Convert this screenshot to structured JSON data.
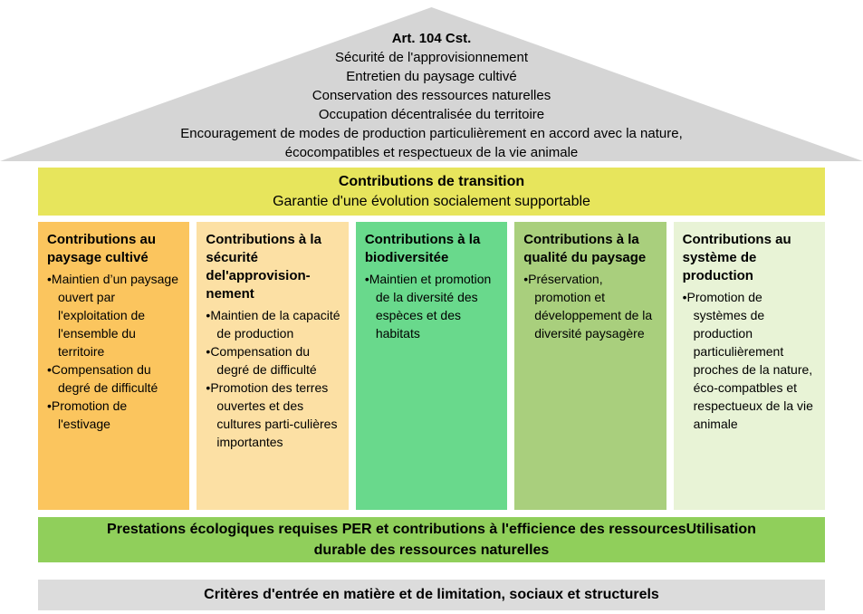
{
  "colors": {
    "roof": "#d5d5d5",
    "transition": "#e7e55c",
    "per": "#90cf5b",
    "footer": "#dcdcdc"
  },
  "roof": {
    "title": "Art. 104 Cst.",
    "lines": [
      "Sécurité de l'approvisionnement",
      "Entretien du paysage cultivé",
      "Conservation des ressources naturelles",
      "Occupation décentralisée du territoire",
      "Encouragement de modes de production particulièrement en accord avec la nature,",
      "écocompatibles et respectueux de la vie animale"
    ]
  },
  "transition": {
    "title": "Contributions de transition",
    "subtitle": "Garantie d'une évolution socialement supportable"
  },
  "columns": [
    {
      "title": "Contributions au paysage cultivé",
      "color": "#fbc55e",
      "bullets": [
        "Maintien d’un paysage ouvert par l'exploitation de l'ensemble du territoire",
        "Compensation du degré de difficulté",
        "Promotion de l'estivage"
      ]
    },
    {
      "title": "Contributions à la sécurité del'approvision-nement",
      "color": "#fce0a4",
      "bullets": [
        "Maintien de la capacité de production",
        "Compensation du degré de difficulté",
        "Promotion des terres ouvertes et des cultures parti-culières importantes"
      ]
    },
    {
      "title": "Contributions à la biodiversitée",
      "color": "#69d98c",
      "bullets": [
        "Maintien et promotion de la diversité des espèces et des habitats"
      ]
    },
    {
      "title": "Contributions à la qualité du paysage",
      "color": "#a9cf7d",
      "bullets": [
        "Préservation, promotion et développement de la diversité paysagère"
      ]
    },
    {
      "title": "Contributions au système de production",
      "color": "#e8f3d6",
      "bullets": [
        "Promotion de systèmes de production particulièrement proches de la nature, éco-compatbles et respectueux de la vie animale"
      ]
    }
  ],
  "per": {
    "text": "Prestations écologiques requises PER et contributions à l'efficience des ressourcesUtilisation durable des ressources naturelles"
  },
  "criteria": {
    "text": "Critères d'entrée en matière et de limitation, sociaux et structurels"
  }
}
